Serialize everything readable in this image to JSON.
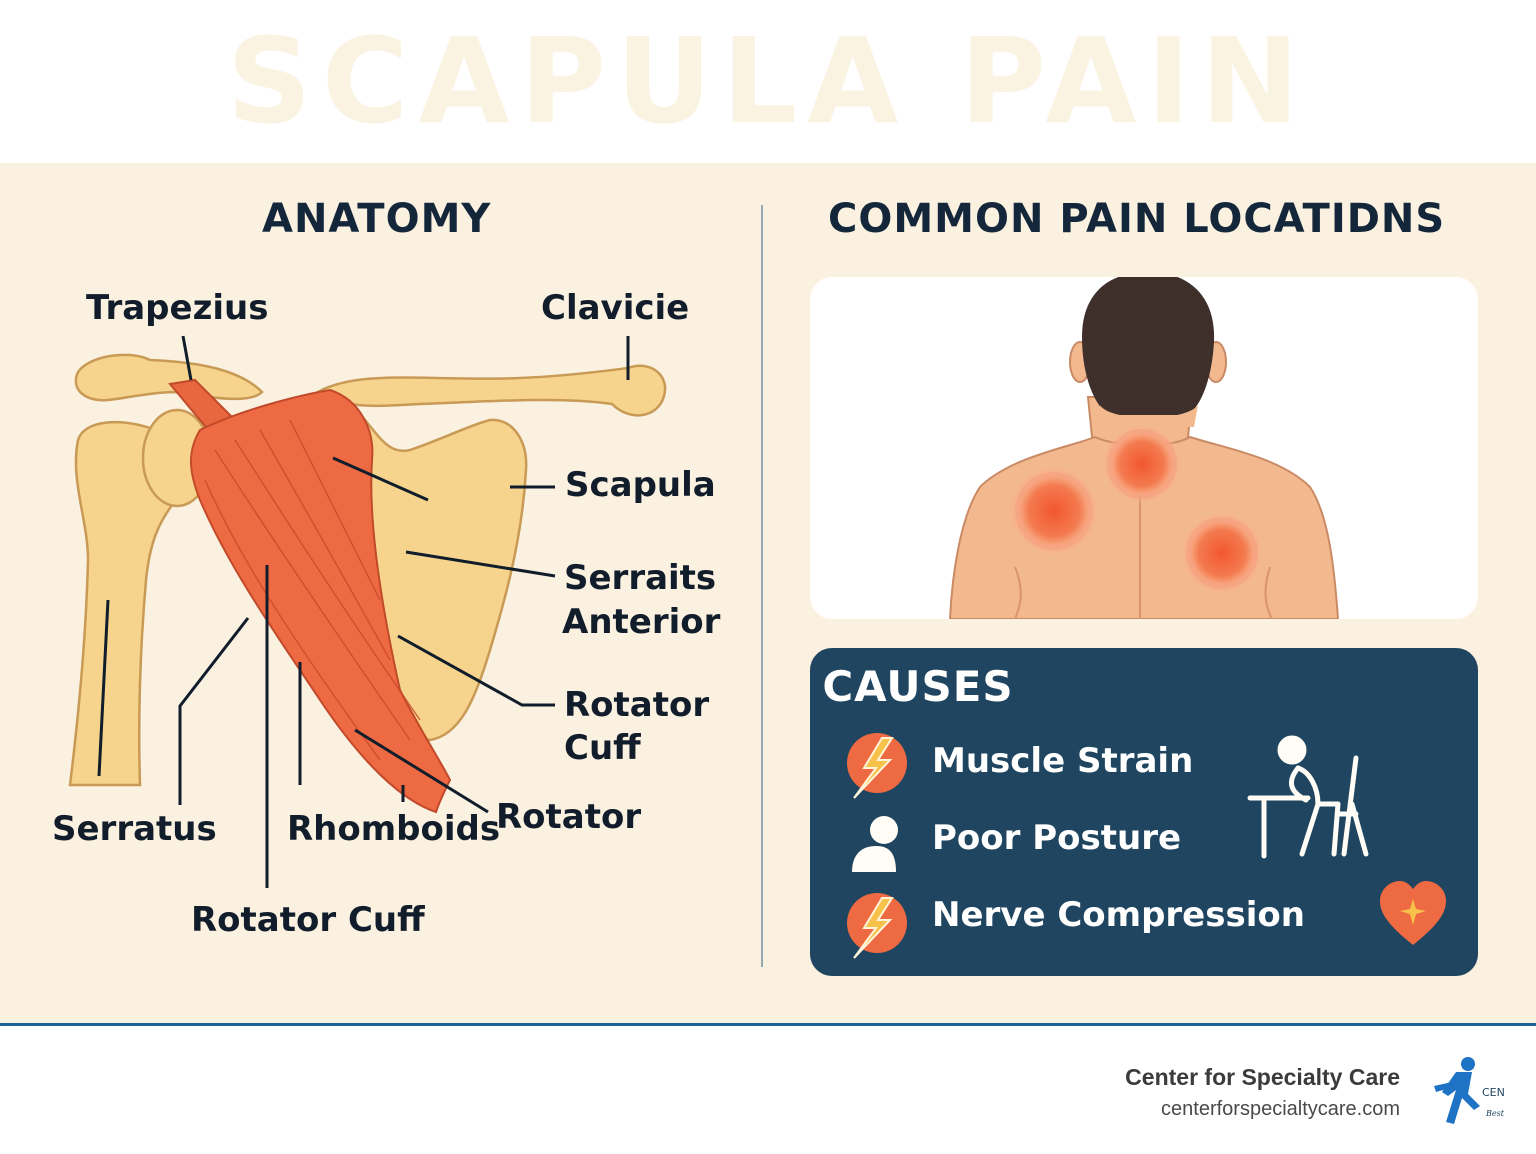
{
  "title": "SCAPULA PAIN",
  "anatomy": {
    "heading": "ANATOMY",
    "labels": {
      "trapezius": "Trapezius",
      "clavicle": "Clavicie",
      "scapula": "Scapula",
      "serratus_anterior_line1": "Serraits",
      "serratus_anterior_line2": "Anterior",
      "rotator_cuff_right_line1": "Rotator",
      "rotator_cuff_right_line2": "Cuff",
      "rotator": "Rotator",
      "serratus": "Serratus",
      "rhomboids": "Rhomboids",
      "rotator_cuff_bottom": "Rotator Cuff"
    }
  },
  "pain_locations": {
    "heading": "COMMON PAIN LOCATIDNS"
  },
  "causes": {
    "heading": "CAUSES",
    "items": [
      {
        "label": "Muscle Strain",
        "icon": "lightning-icon"
      },
      {
        "label": "Poor Posture",
        "icon": "person-icon"
      },
      {
        "label": "Nerve Compression",
        "icon": "lightning-icon"
      }
    ],
    "side_icons": [
      "desk-posture-icon",
      "heart-icon"
    ]
  },
  "footer": {
    "name": "Center for Specialty Care",
    "url": "centerforspecialtycare.com",
    "logo_text_top": "CEN",
    "logo_text_bottom": "Best"
  },
  "colors": {
    "navy": "#1f4560",
    "bone": "#f6d48d",
    "muscle": "#ee6a43",
    "skin": "#f3b98e",
    "background": "#fbf1e1",
    "accent_blue": "#1f5f94"
  }
}
